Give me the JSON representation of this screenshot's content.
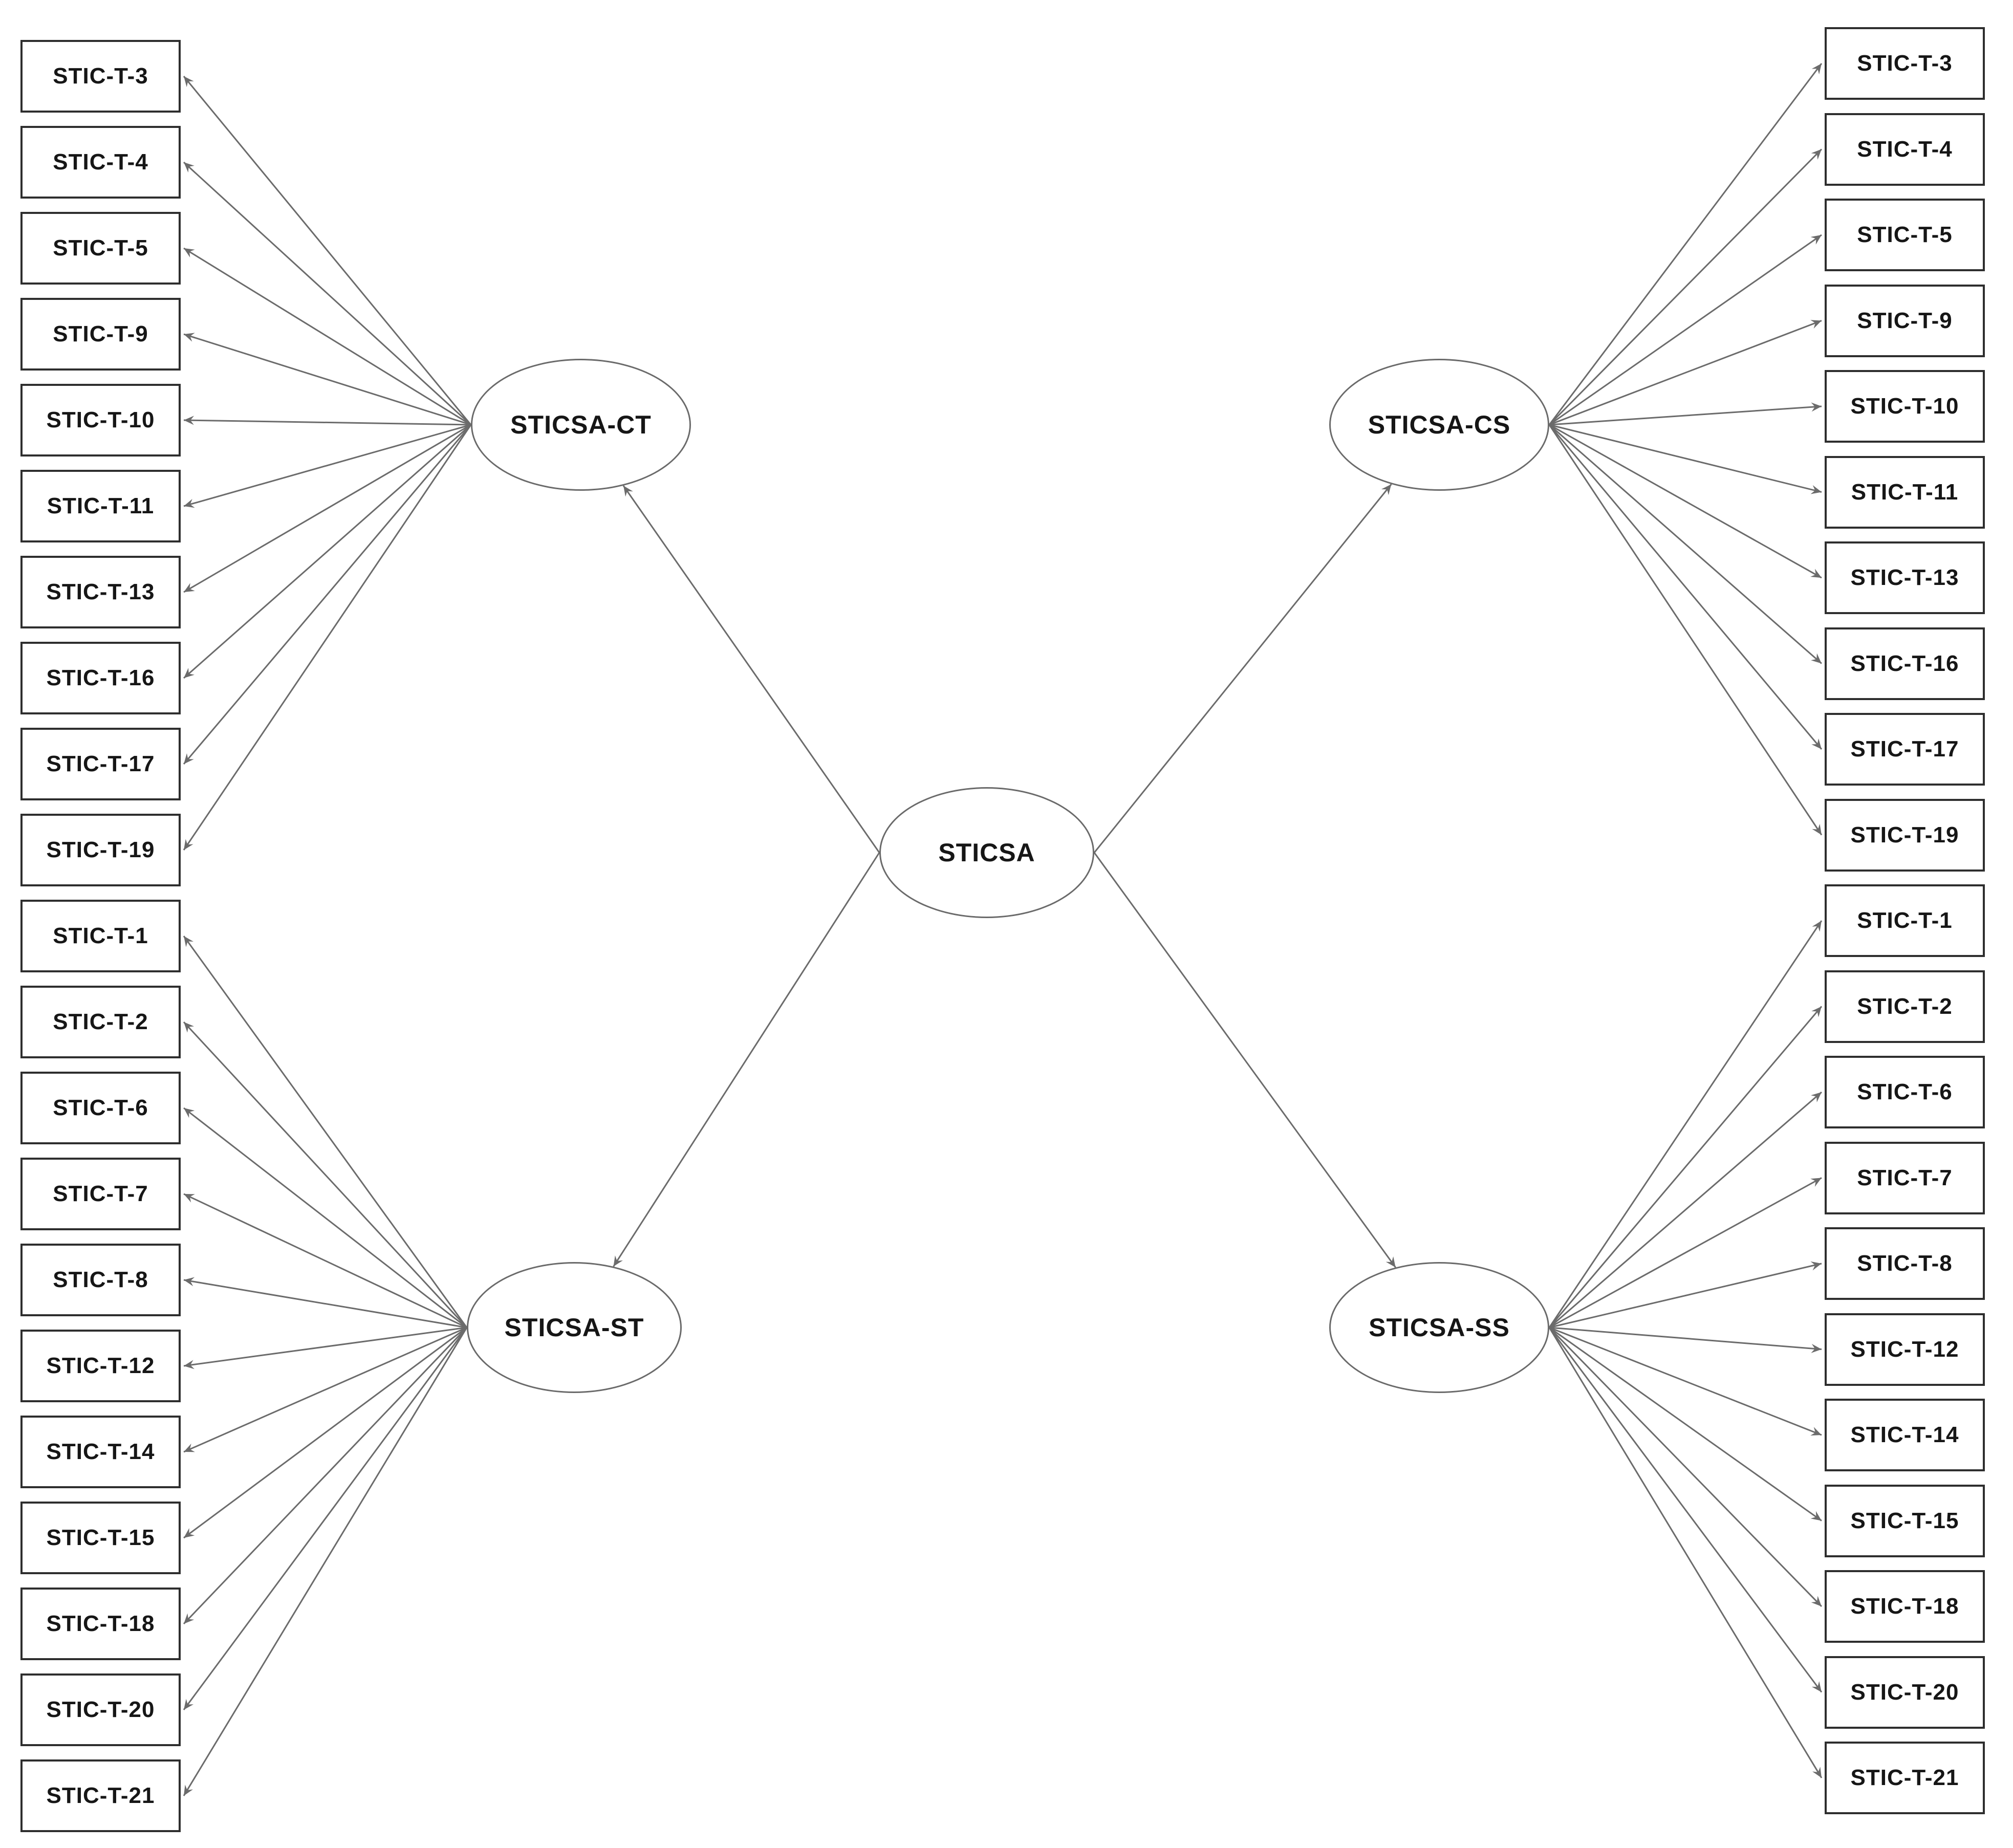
{
  "diagram": {
    "type": "second-order confirmatory factor model path diagram",
    "center_factor": {
      "label": "STICSA"
    },
    "factors": [
      {
        "id": "sticsa-ct",
        "label": "STICSA-CT",
        "side": "left",
        "position": "top",
        "indicators": [
          "STIC-T-3",
          "STIC-T-4",
          "STIC-T-5",
          "STIC-T-9",
          "STIC-T-10",
          "STIC-T-11",
          "STIC-T-13",
          "STIC-T-16",
          "STIC-T-17",
          "STIC-T-19"
        ]
      },
      {
        "id": "sticsa-st",
        "label": "STICSA-ST",
        "side": "left",
        "position": "bottom",
        "indicators": [
          "STIC-T-1",
          "STIC-T-2",
          "STIC-T-6",
          "STIC-T-7",
          "STIC-T-8",
          "STIC-T-12",
          "STIC-T-14",
          "STIC-T-15",
          "STIC-T-18",
          "STIC-T-20",
          "STIC-T-21"
        ]
      },
      {
        "id": "sticsa-cs",
        "label": "STICSA-CS",
        "side": "right",
        "position": "top",
        "indicators": [
          "STIC-T-3",
          "STIC-T-4",
          "STIC-T-5",
          "STIC-T-9",
          "STIC-T-10",
          "STIC-T-11",
          "STIC-T-13",
          "STIC-T-16",
          "STIC-T-17",
          "STIC-T-19"
        ]
      },
      {
        "id": "sticsa-ss",
        "label": "STICSA-SS",
        "side": "right",
        "position": "bottom",
        "indicators": [
          "STIC-T-1",
          "STIC-T-2",
          "STIC-T-6",
          "STIC-T-7",
          "STIC-T-8",
          "STIC-T-12",
          "STIC-T-14",
          "STIC-T-15",
          "STIC-T-18",
          "STIC-T-20",
          "STIC-T-21"
        ]
      }
    ],
    "colors": {
      "background": "#ffffff",
      "box_border": "#2e2e2e",
      "ellipse_border": "#6a6a6a",
      "line": "#6b6b6b",
      "arrowhead": "#6b6b6b",
      "text": "#161616"
    }
  }
}
